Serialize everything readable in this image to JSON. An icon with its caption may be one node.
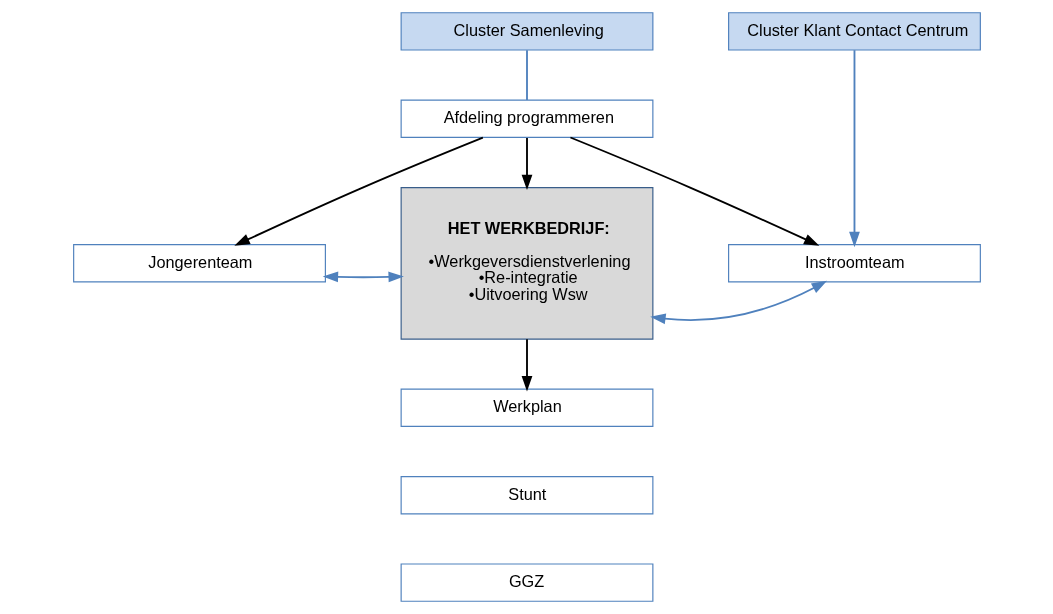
{
  "diagram": {
    "nodes": [
      {
        "text": [
          "Cluster Samenleving"
        ]
      },
      {
        "text": [
          "Afdeling programmeren"
        ]
      },
      {
        "text": [
          "Cluster Klant Contact Centrum"
        ]
      },
      {
        "text": [
          "Jongerenteam"
        ]
      },
      {
        "text": [
          "HET WERKBEDRIJF:",
          "•Werkgeversdienstverlening",
          "•Re-integratie",
          "•Uitvoering Wsw"
        ]
      },
      {
        "text": [
          "Instroomteam"
        ]
      },
      {
        "text": [
          "Werkplan"
        ]
      },
      {
        "text": [
          "Stunt"
        ]
      },
      {
        "text": [
          "GGZ"
        ]
      }
    ],
    "edges": [
      {
        "from": 0,
        "to": 1,
        "arrow": "none",
        "color": "#4f81bd"
      },
      {
        "from": 2,
        "to": 5,
        "arrow": "to",
        "color": "#4f81bd"
      },
      {
        "from": 1,
        "to": 3,
        "arrow": "to",
        "color": "#000000"
      },
      {
        "from": 1,
        "to": 4,
        "arrow": "to",
        "color": "#000000"
      },
      {
        "from": 1,
        "to": 5,
        "arrow": "to",
        "color": "#000000"
      },
      {
        "from": 3,
        "to": 4,
        "arrow": "both",
        "color": "#4f81bd"
      },
      {
        "from": 4,
        "to": 5,
        "arrow": "both",
        "color": "#4f81bd"
      },
      {
        "from": 4,
        "to": 6,
        "arrow": "to",
        "color": "#000000"
      }
    ]
  }
}
